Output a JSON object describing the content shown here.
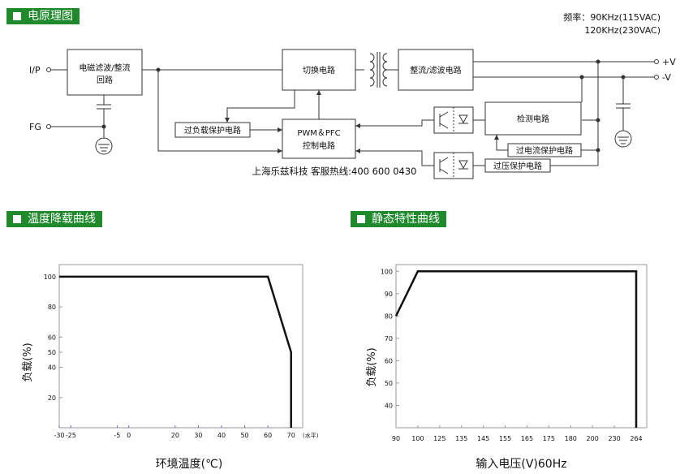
{
  "headers": {
    "block_diagram": "电原理图",
    "derating": "温度降载曲线",
    "static": "静态特性曲线"
  },
  "frequency": {
    "line1": "频率：90KHz(115VAC)",
    "line2": "120KHz(230VAC)"
  },
  "diagram": {
    "input_ip": "I/P",
    "input_fg": "FG",
    "emi_filter_l1": "电磁滤波/整流",
    "emi_filter_l2": "回路",
    "switching": "切换电路",
    "rect_filter": "整流/滤波电路",
    "overload": "过负载保护电路",
    "pwm_l1": "PWM＆PFC",
    "pwm_l2": "控制电路",
    "detection": "检测电路",
    "overcurrent": "过电流保护电路",
    "overvoltage": "过压保护电路",
    "out_pos": "+V",
    "out_neg": "-V",
    "hotline": "上海乐兹科技 客服热线:400 600 0430"
  },
  "chart_data": [
    {
      "type": "line",
      "xlabel": "环境温度(℃)",
      "ylabel": "负载(%)",
      "x_unit_note": "(水平)",
      "x_ticks": [
        -30,
        -25,
        -5,
        0,
        20,
        30,
        40,
        50,
        60,
        70
      ],
      "y_ticks": [
        20,
        40,
        50,
        60,
        80,
        100
      ],
      "xlim": [
        -30,
        75
      ],
      "ylim": [
        0,
        108
      ],
      "series": [
        {
          "x": [
            -30,
            60,
            70,
            70
          ],
          "y": [
            100,
            100,
            50,
            0
          ]
        }
      ]
    },
    {
      "type": "line",
      "xlabel": "输入电压(V)60Hz",
      "ylabel": "负载(%)",
      "x_ticks": [
        90,
        100,
        125,
        135,
        145,
        155,
        165,
        175,
        180,
        200,
        230,
        264
      ],
      "y_ticks": [
        40,
        50,
        60,
        70,
        80,
        90,
        100
      ],
      "ylim": [
        30,
        103
      ],
      "series": [
        {
          "x": [
            90,
            100,
            264,
            264
          ],
          "y": [
            80,
            100,
            100,
            30
          ]
        }
      ]
    }
  ]
}
